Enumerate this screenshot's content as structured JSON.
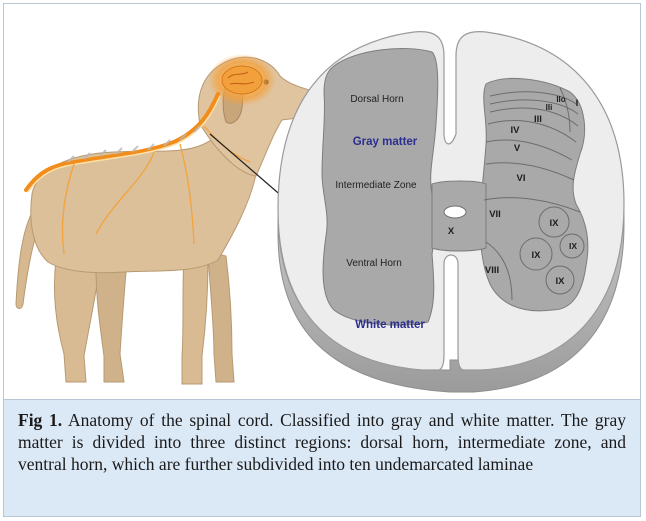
{
  "figure": {
    "labels": {
      "dorsal_horn": "Dorsal Horn",
      "gray_matter": "Gray matter",
      "intermediate_zone": "Intermediate Zone",
      "ventral_horn": "Ventral Horn",
      "white_matter": "White matter",
      "laminae": [
        "I",
        "IIo",
        "IIi",
        "III",
        "IV",
        "V",
        "VI",
        "VII",
        "VIII",
        "IX",
        "IX",
        "IX",
        "IX",
        "X"
      ]
    },
    "colors": {
      "gray_matter": "#a9a9a9",
      "white_matter": "#ececec",
      "matter_label": "#2b2f8f",
      "nerve": "#f28c1a"
    }
  },
  "caption": {
    "label": "Fig 1.",
    "text": " Anatomy of the spinal cord. Classified into gray and white matter. The gray matter is divided into three distinct regions: dorsal horn, intermediate zone, and ventral horn, which are further subdivided into ten undemarcated laminae"
  }
}
